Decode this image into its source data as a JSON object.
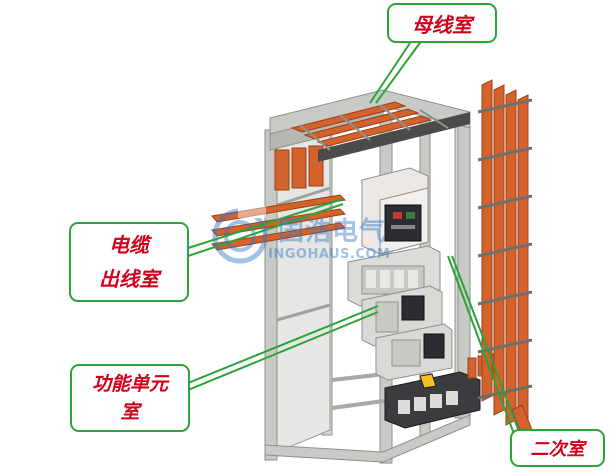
{
  "labels": {
    "busbar_room": "母线室",
    "cable_outlet_room_line1": "电缆",
    "cable_outlet_room_line2": "出线室",
    "functional_unit_room_line1": "功能单元",
    "functional_unit_room_line2": "室",
    "secondary_room": "二次室"
  },
  "watermark": {
    "text_cn": "国浩电气",
    "text_en": "INGOHAUS.COM"
  },
  "colors": {
    "callout_border": "#2ea33a",
    "callout_text": "#d0021b",
    "leader_line": "#2ea33a",
    "frame": "#c8cac6",
    "copper": "#d4622d",
    "watermark": "#3478c8"
  }
}
